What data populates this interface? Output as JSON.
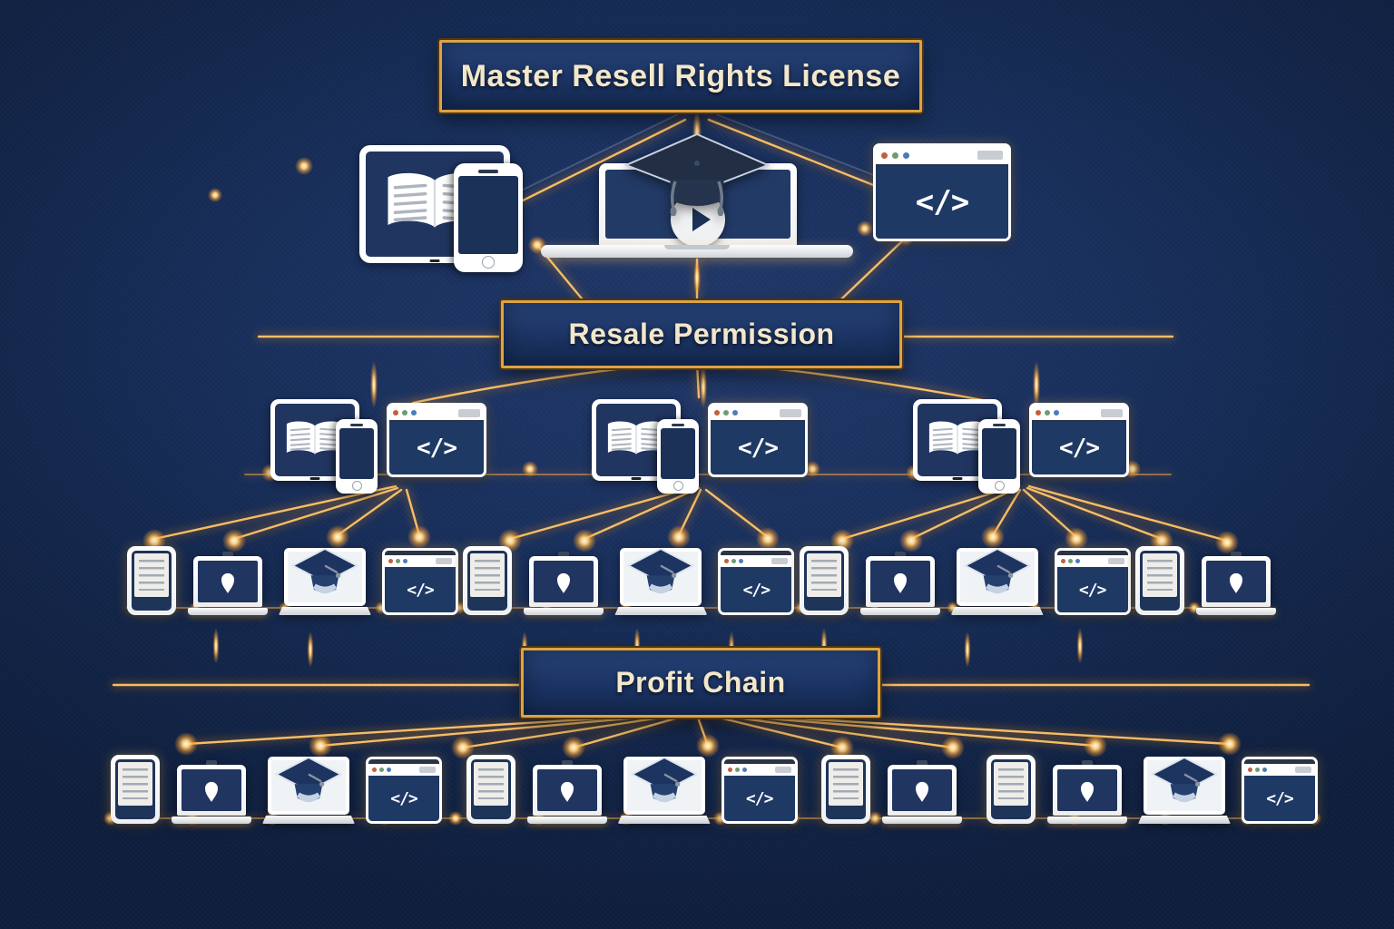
{
  "canvas": {
    "background_color": "#152a52",
    "gold_border_color": "#dda344",
    "line_gold_color": "#ffc568",
    "box_navy_color": "#1b3362",
    "title_text_color": "#f3e7cb"
  },
  "headers": {
    "level1": "Master Resell Rights License",
    "level2": "Resale Permission",
    "level3": "Profit Chain"
  },
  "glyphs": {
    "code": "</>"
  },
  "level2_icons": [
    {
      "name": "ebook-tablet-phone-icon",
      "meaning": "ebook product"
    },
    {
      "name": "video-course-laptop-icon",
      "meaning": "video course with graduation cap and play button"
    },
    {
      "name": "code-browser-icon",
      "meaning": "software / code product"
    }
  ],
  "level3_groups": [
    {
      "name": "bundle-left"
    },
    {
      "name": "bundle-center"
    },
    {
      "name": "bundle-right"
    }
  ],
  "row4_groups": [
    [
      "ereader",
      "shield-laptop",
      "gradcap-laptop",
      "code-browser"
    ],
    [
      "ereader",
      "shield-laptop",
      "gradcap-laptop",
      "code-browser"
    ],
    [
      "ereader",
      "shield-laptop",
      "gradcap-laptop",
      "code-browser"
    ],
    [
      "ereader",
      "shield-laptop"
    ]
  ],
  "row5_groups": [
    [
      "ereader",
      "shield-laptop",
      "gradcap-laptop",
      "code-browser"
    ],
    [
      "ereader",
      "shield-laptop",
      "gradcap-laptop",
      "code-browser"
    ],
    [
      "ereader",
      "shield-laptop"
    ],
    [
      "ereader",
      "shield-laptop",
      "gradcap-laptop",
      "code-browser"
    ]
  ]
}
